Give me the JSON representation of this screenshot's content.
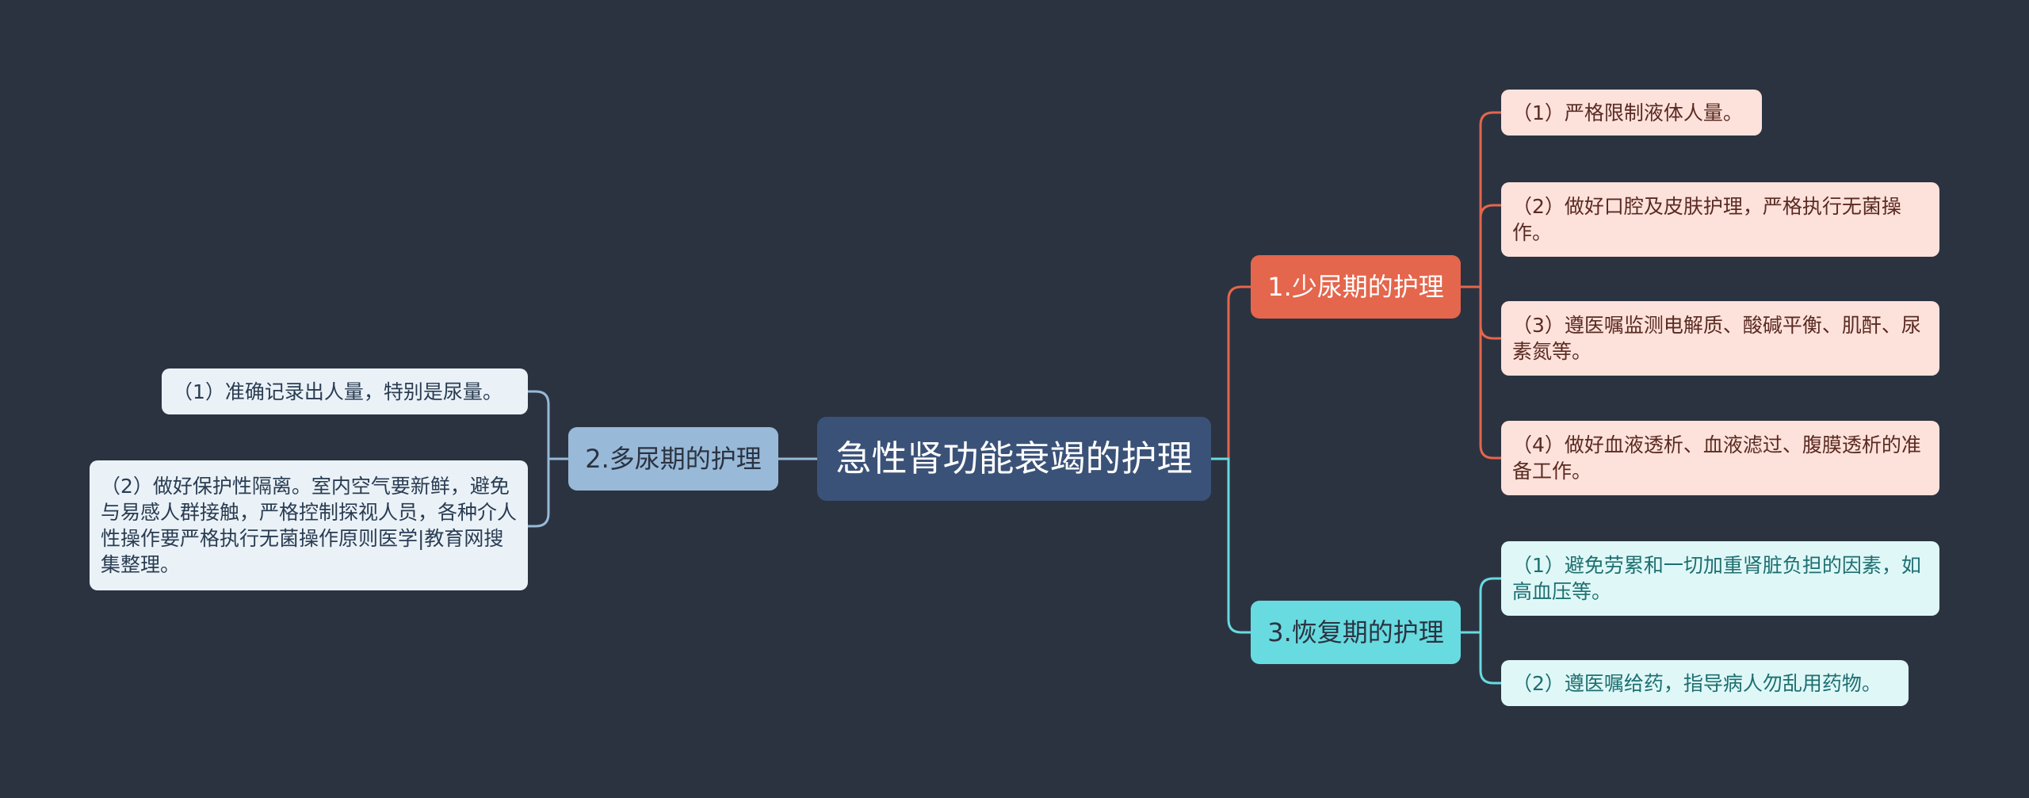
{
  "mindmap": {
    "root": {
      "label": "急性肾功能衰竭的护理"
    },
    "branches": [
      {
        "label": "1.少尿期的护理",
        "color": "#e4664c",
        "children": [
          "（1）严格限制液体人量。",
          "（2）做好口腔及皮肤护理，严格执行无菌操作。",
          "（3）遵医嘱监测电解质、酸碱平衡、肌酐、尿素氮等。",
          "（4）做好血液透析、血液滤过、腹膜透析的准备工作。"
        ]
      },
      {
        "label": "2.多尿期的护理",
        "color": "#98b9d8",
        "children": [
          "（1）准确记录出人量，特别是尿量。",
          "（2）做好保护性隔离。室内空气要新鲜，避免与易感人群接触，严格控制探视人员，各种介人性操作要严格执行无菌操作原则医学|教育网搜集整理。"
        ]
      },
      {
        "label": "3.恢复期的护理",
        "color": "#67dbe0",
        "children": [
          "（1）避免劳累和一切加重肾脏负担的因素，如高血压等。",
          "（2）遵医嘱给药，指导病人勿乱用药物。"
        ]
      }
    ]
  }
}
